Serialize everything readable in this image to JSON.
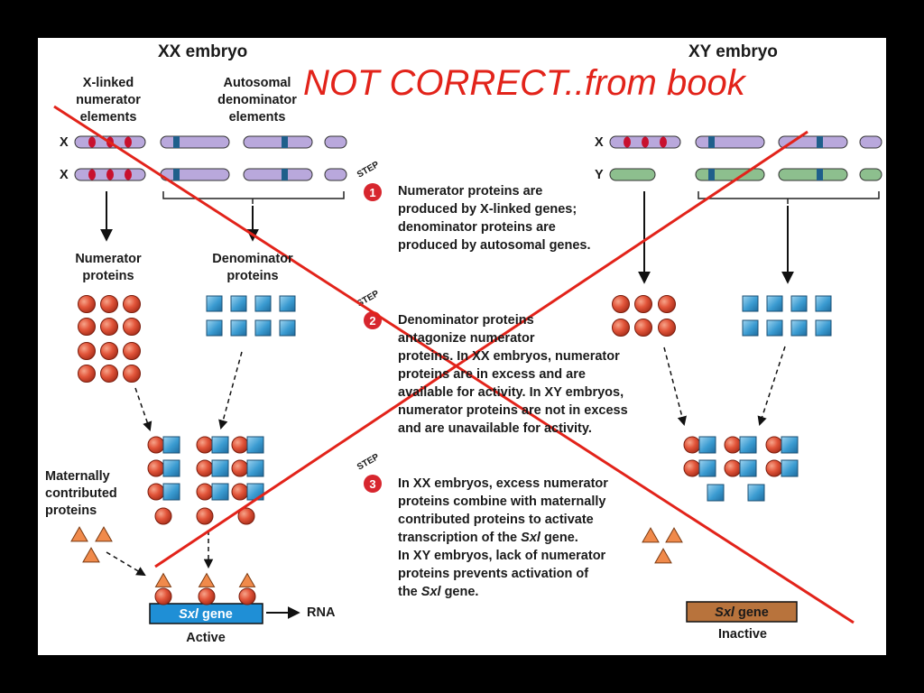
{
  "title_stamp": "NOT CORRECT..from book",
  "xx_header": "XX embryo",
  "xy_header": "XY embryo",
  "labels": {
    "x_linked": [
      "X-linked",
      "numerator",
      "elements"
    ],
    "autosomal": [
      "Autosomal",
      "denominator",
      "elements"
    ],
    "numerator_proteins": [
      "Numerator",
      "proteins"
    ],
    "denominator_proteins": [
      "Denominator",
      "proteins"
    ],
    "maternal": [
      "Maternally",
      "contributed",
      "proteins"
    ],
    "chrom_x": "X",
    "chrom_y": "Y",
    "rna": "RNA",
    "active": "Active",
    "inactive": "Inactive"
  },
  "gene_label": {
    "italic": "Sxl",
    "rest": " gene"
  },
  "step_word": "STEP",
  "steps": [
    {
      "num": "1",
      "lines": [
        "Numerator proteins are",
        "produced by X-linked genes;",
        "denominator proteins are",
        "produced by autosomal genes."
      ]
    },
    {
      "num": "2",
      "lines": [
        "Denominator proteins",
        "antagonize numerator",
        "proteins. In XX embryos, numerator",
        "proteins are in excess and are",
        "available for activity. In XY embryos,",
        "numerator proteins are not in excess",
        "and are unavailable for activity."
      ]
    },
    {
      "num": "3",
      "lines": [
        "In XX embryos, excess numerator",
        "proteins combine with maternally",
        "contributed proteins to activate",
        "transcription of the Sxl gene.",
        "In XY embryos, lack of numerator",
        "proteins  prevents activation of",
        "the Sxl gene."
      ]
    }
  ],
  "colors": {
    "stamp_red": "#e2231a",
    "x_chrom": "#b9a8dc",
    "y_chrom": "#8dbf8e",
    "band_red": "#c8102e",
    "band_blue": "#1f5f8b",
    "numerator_ball": "#e2553a",
    "denominator_square": "#3a9bd1",
    "maternal_triangle": "#f08a4b",
    "active_gene": "#1f8fd6",
    "inactive_gene": "#b8733c",
    "step_badge": "#d7262e"
  }
}
